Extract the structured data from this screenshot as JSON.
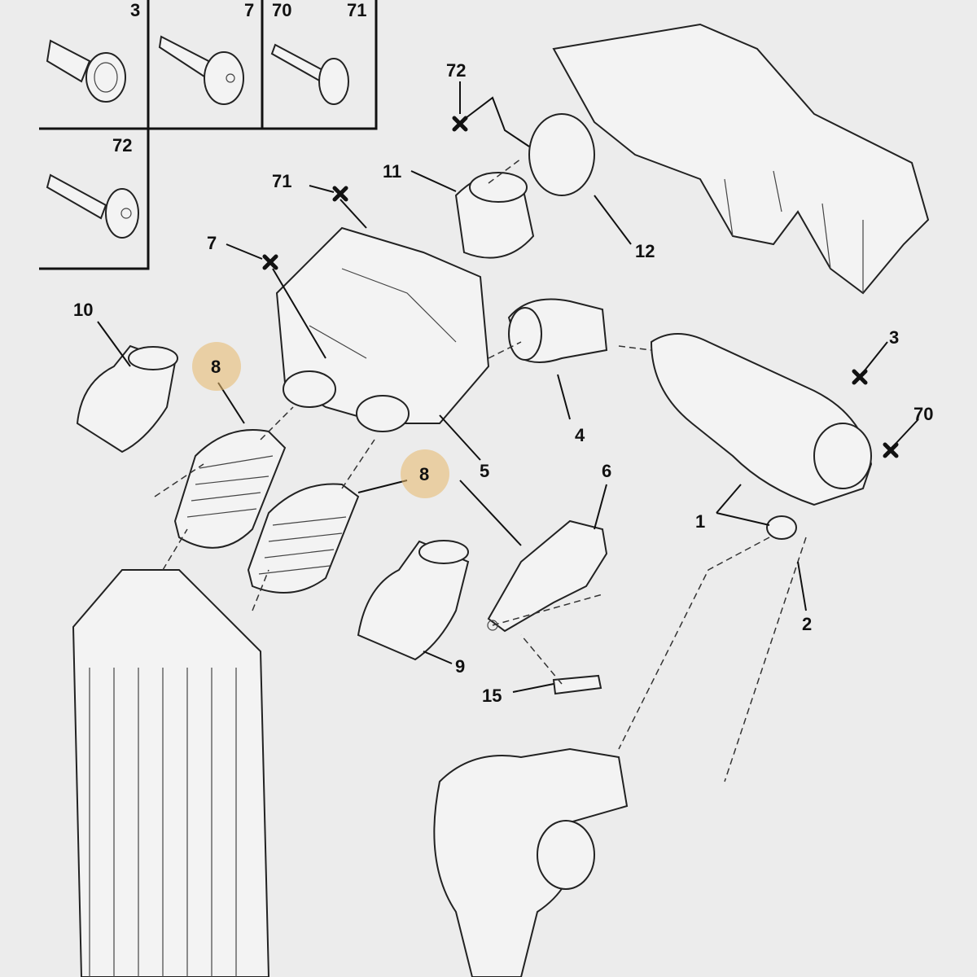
{
  "diagram": {
    "fastener_boxes": [
      {
        "label": "3"
      },
      {
        "label": "7"
      },
      {
        "label": "70"
      },
      {
        "label": "71"
      },
      {
        "label": "72"
      }
    ],
    "callouts": {
      "c72": "72",
      "c11": "11",
      "c71": "71",
      "c12": "12",
      "c7": "7",
      "c10": "10",
      "c8a": "8",
      "c8b": "8",
      "c4": "4",
      "c3": "3",
      "c5": "5",
      "c6": "6",
      "c70": "70",
      "c1": "1",
      "c2": "2",
      "c9": "9",
      "c15": "15"
    },
    "highlight_color": "#e8b86a"
  }
}
